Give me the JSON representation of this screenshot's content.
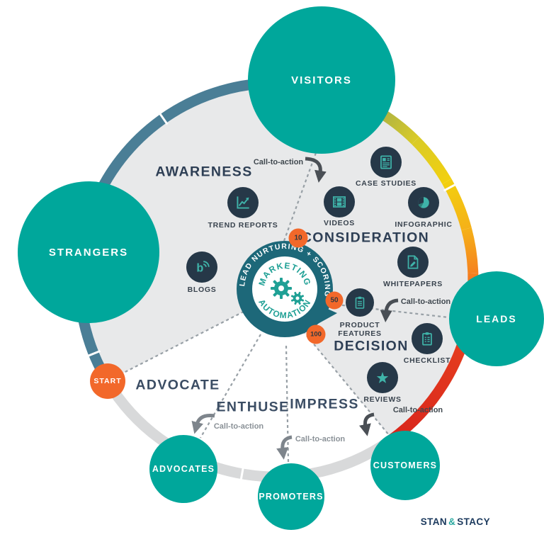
{
  "center": {
    "ring_text": "LEAD NURTURING + SCORING",
    "inner_top": "MARKETING",
    "inner_bottom": "AUTOMATION"
  },
  "stages": {
    "awareness": "AWARENESS",
    "consideration": "CONSIDERATION",
    "decision": "DECISION",
    "advocate": "ADVOCATE",
    "enthuse": "ENTHUSE",
    "impress": "IMPRESS"
  },
  "audiences": {
    "visitors": "VISITORS",
    "strangers": "STRANGERS",
    "leads": "LEADS",
    "customers": "CUSTOMERS",
    "promoters": "PROMOTERS",
    "advocates": "ADVOCATES",
    "start": "START"
  },
  "content": {
    "trend_reports": "TREND REPORTS",
    "blogs": "BLOGS",
    "case_studies": "CASE STUDIES",
    "videos": "VIDEOS",
    "infographic": "INFOGRAPHIC",
    "whitepapers": "WHITEPAPERS",
    "product_features_line1": "PRODUCT",
    "product_features_line2": "FEATURES",
    "checklist": "CHECKLIST",
    "reviews": "REVIEWS"
  },
  "scores": {
    "s10": "10",
    "s50": "50",
    "s100": "100"
  },
  "cta": {
    "label": "Call-to-action"
  },
  "logo": {
    "stan": "STAN",
    "amp": "&",
    "stacy": "STACY"
  },
  "colors": {
    "teal": "#00A79B",
    "node_navy": "#263848",
    "icon_teal": "#3FB3A9",
    "interior_gray": "#E8E9EA",
    "ring_blue": "#4A7E96",
    "ring_gray": "#D8D9DA",
    "ring_yellow": "#F2D00F",
    "ring_orange": "#F58220",
    "ring_red": "#D8251C",
    "orange_badge": "#F2682A",
    "badge_ring": "#1D6879",
    "center_teal": "#1FA095",
    "label_navy": "#2E3F55"
  }
}
